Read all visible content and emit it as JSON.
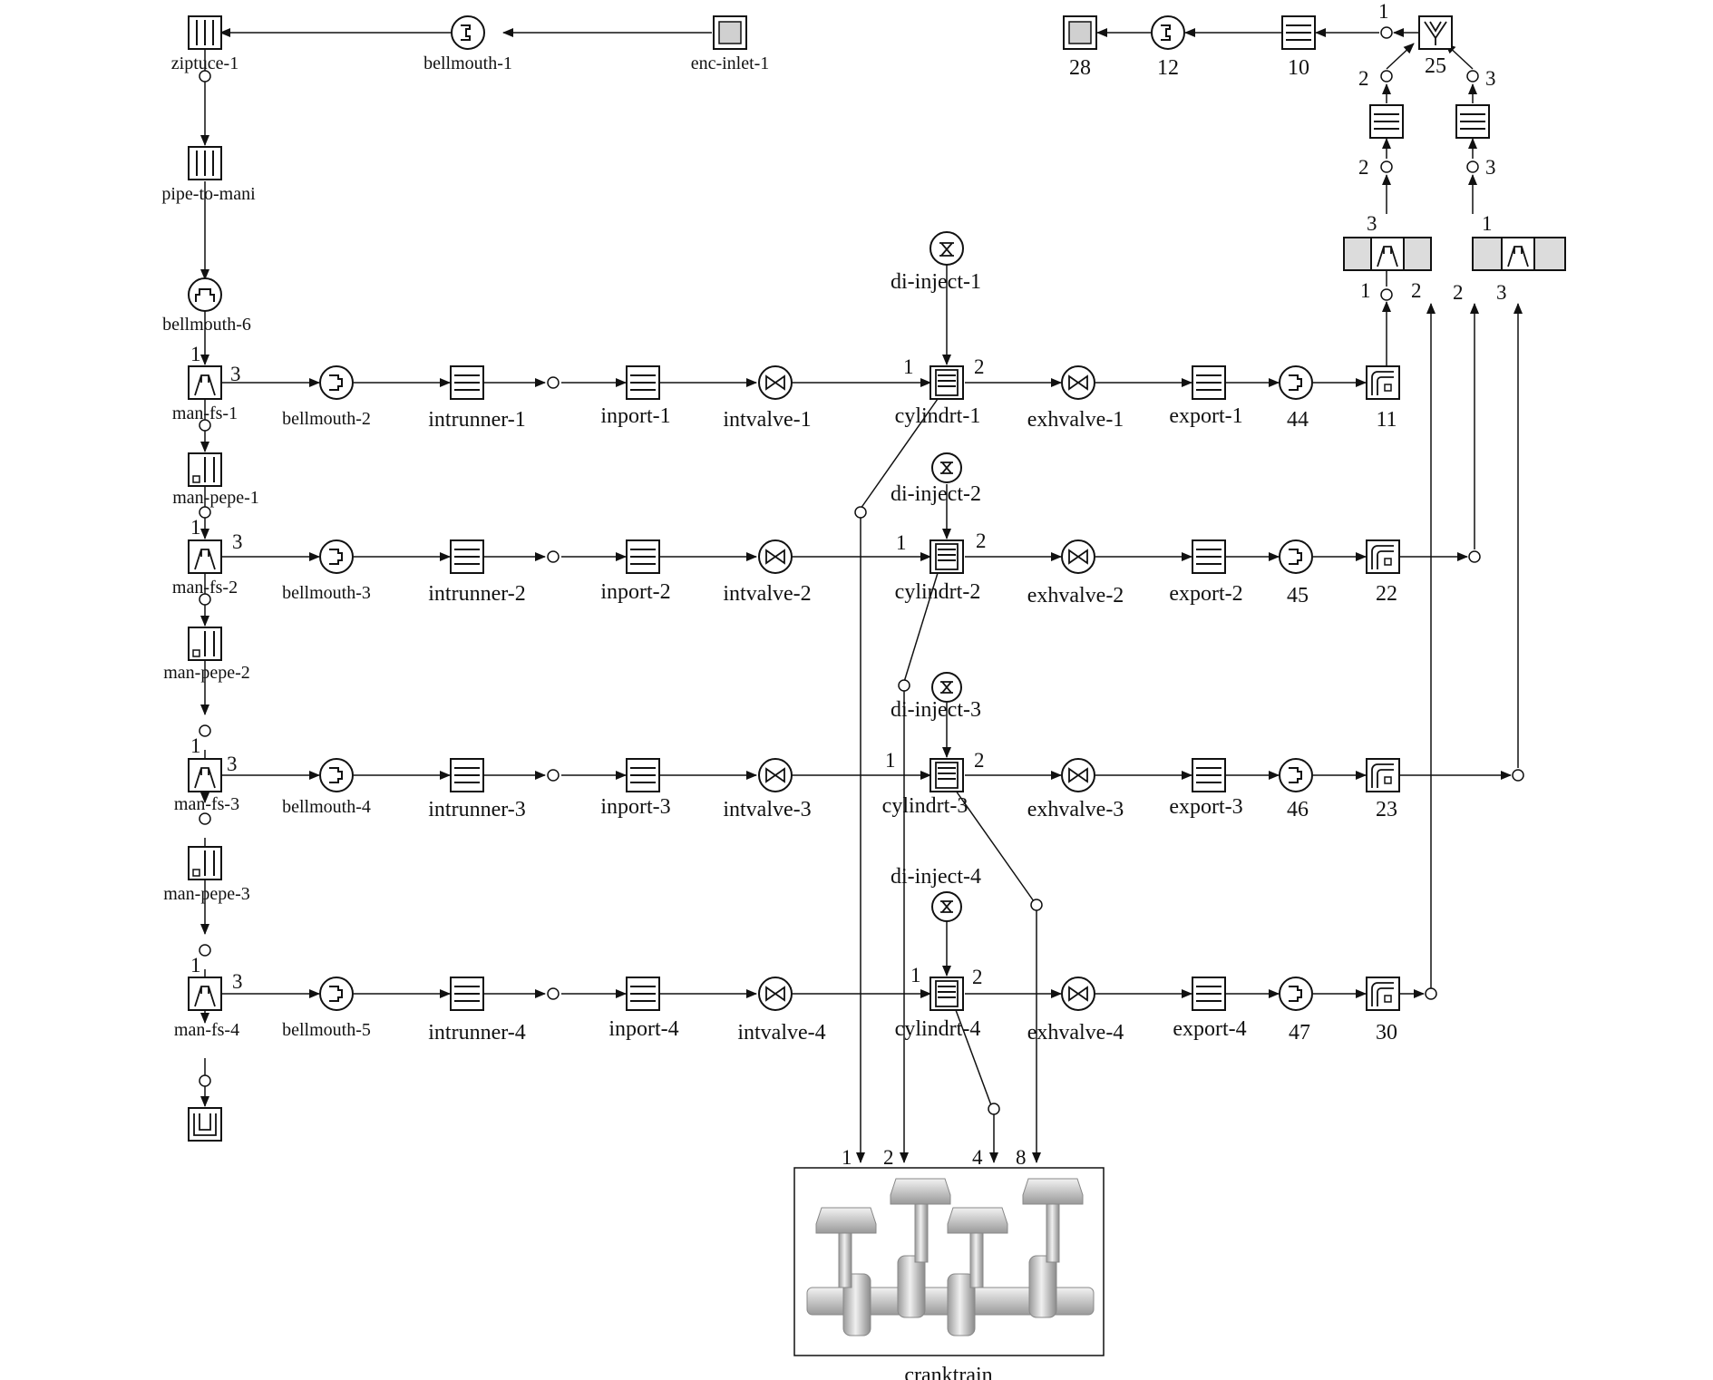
{
  "components": {
    "ziptuce_1": "ziptuce-1",
    "bellmouth_1": "bellmouth-1",
    "enc_inlet_1": "enc-inlet-1",
    "pipe_to_mani": "pipe-to-mani",
    "bellmouth_6": "bellmouth-6",
    "man_fs_1": "man-fs-1",
    "man_pepe_1": "man-pepe-1",
    "man_fs_2": "man-fs-2",
    "man_pepe_2": "man-pepe-2",
    "man_fs_3": "man-fs-3",
    "man_pepe_3": "man-pepe-3",
    "man_fs_4": "man-fs-4",
    "bellmouth_2": "bellmouth-2",
    "bellmouth_3": "bellmouth-3",
    "bellmouth_4": "bellmouth-4",
    "bellmouth_5": "bellmouth-5",
    "intrunner_1": "intrunner-1",
    "intrunner_2": "intrunner-2",
    "intrunner_3": "intrunner-3",
    "intrunner_4": "intrunner-4",
    "inport_1": "inport-1",
    "inport_2": "inport-2",
    "inport_3": "inport-3",
    "inport_4": "inport-4",
    "intvalve_1": "intvalve-1",
    "intvalve_2": "intvalve-2",
    "intvalve_3": "intvalve-3",
    "intvalve_4": "intvalve-4",
    "di_inject_1": "di-inject-1",
    "di_inject_2": "di-inject-2",
    "di_inject_3": "di-inject-3",
    "di_inject_4": "di-inject-4",
    "cylindrt_1": "cylindrt-1",
    "cylindrt_2": "cylindrt-2",
    "cylindrt_3": "cylindrt-3",
    "cylindrt_4": "cylindrt-4",
    "exhvalve_1": "exhvalve-1",
    "exhvalve_2": "exhvalve-2",
    "exhvalve_3": "exhvalve-3",
    "exhvalve_4": "exhvalve-4",
    "export_1": "export-1",
    "export_2": "export-2",
    "export_3": "export-3",
    "export_4": "export-4",
    "n44": "44",
    "n45": "45",
    "n46": "46",
    "n47": "47",
    "n11": "11",
    "n22": "22",
    "n23": "23",
    "n30": "30",
    "n28": "28",
    "n12": "12",
    "n10": "10",
    "n25": "25",
    "cranktrain": "cranktrain"
  },
  "ports": {
    "p1": "1",
    "p2": "2",
    "p3": "3",
    "p4": "4",
    "p8": "8"
  },
  "colors": {
    "line": "#111111",
    "junction_fill": "#dcdcdc",
    "icon_fill": "#ffffff",
    "crank_metal": "#c8c8c8"
  }
}
